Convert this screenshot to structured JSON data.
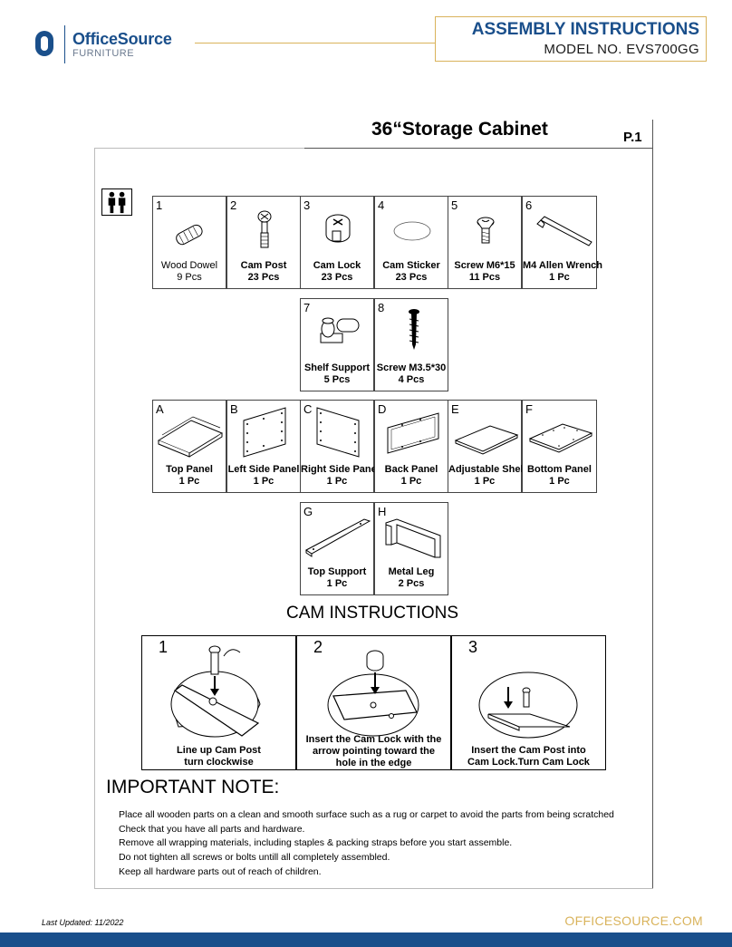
{
  "header": {
    "brand": "OfficeSource",
    "brand_sub": "FURNITURE",
    "title": "ASSEMBLY INSTRUCTIONS",
    "model": "MODEL NO. EVS700GG"
  },
  "document": {
    "title": "36“Storage Cabinet",
    "page": "P.1"
  },
  "hardware_row1": [
    {
      "num": "1",
      "name": "Wood Dowel",
      "qty": "9 Pcs",
      "icon": "wood-dowel-icon"
    },
    {
      "num": "2",
      "name": "Cam Post",
      "qty": "23 Pcs",
      "icon": "cam-post-icon"
    },
    {
      "num": "3",
      "name": "Cam Lock",
      "qty": "23 Pcs",
      "icon": "cam-lock-icon"
    },
    {
      "num": "4",
      "name": "Cam Sticker",
      "qty": "23 Pcs",
      "icon": "cam-sticker-icon"
    },
    {
      "num": "5",
      "name": "Screw M6*15",
      "qty": "11 Pcs",
      "icon": "screw-icon"
    },
    {
      "num": "6",
      "name": "M4 Allen Wrench",
      "qty": "1 Pc",
      "icon": "allen-wrench-icon"
    }
  ],
  "hardware_row2": [
    {
      "num": "7",
      "name": "Shelf Support",
      "qty": "5 Pcs",
      "icon": "shelf-support-icon"
    },
    {
      "num": "8",
      "name": "Screw M3.5*30",
      "qty": "4 Pcs",
      "icon": "long-screw-icon"
    }
  ],
  "panels_row1": [
    {
      "num": "A",
      "name": "Top Panel",
      "qty": "1 Pc",
      "icon": "top-panel-icon"
    },
    {
      "num": "B",
      "name": "Left Side Panel",
      "qty": "1 Pc",
      "icon": "side-panel-icon"
    },
    {
      "num": "C",
      "name": "Right Side Panel",
      "qty": "1 Pc",
      "icon": "side-panel-icon"
    },
    {
      "num": "D",
      "name": "Back Panel",
      "qty": "1 Pc",
      "icon": "back-panel-icon"
    },
    {
      "num": "E",
      "name": "Adjustable Shelf",
      "qty": "1 Pc",
      "icon": "shelf-panel-icon"
    },
    {
      "num": "F",
      "name": "Bottom Panel",
      "qty": "1 Pc",
      "icon": "bottom-panel-icon"
    }
  ],
  "panels_row2": [
    {
      "num": "G",
      "name": "Top Support",
      "qty": "1 Pc",
      "icon": "top-support-icon"
    },
    {
      "num": "H",
      "name": "Metal Leg",
      "qty": "2 Pcs",
      "icon": "metal-leg-icon"
    }
  ],
  "cam": {
    "heading": "CAM INSTRUCTIONS",
    "steps": [
      {
        "num": "1",
        "lines": [
          "Line up Cam Post",
          "turn clockwise"
        ]
      },
      {
        "num": "2",
        "lines": [
          "Insert the Cam Lock with the",
          "arrow pointing toward the",
          "hole in the edge"
        ]
      },
      {
        "num": "3",
        "lines": [
          "Insert the Cam Post into",
          "Cam Lock.Turn Cam Lock"
        ]
      }
    ]
  },
  "notes": {
    "heading": "IMPORTANT NOTE:",
    "lines": [
      "Place all wooden parts on a clean and smooth surface such as a rug or carpet to avoid the parts from being scratched",
      "Check  that you have all parts and hardware.",
      "Remove all wrapping materials, including staples & packing straps before you start assemble.",
      "Do not tighten all screws or bolts untill all completely assembled.",
      "Keep all hardware parts out of reach of children."
    ]
  },
  "footer": {
    "updated": "Last Updated: 11/2022",
    "site": "OFFICESOURCE.COM"
  },
  "colors": {
    "brand_blue": "#1a4f8b",
    "gold": "#d9b35b"
  }
}
